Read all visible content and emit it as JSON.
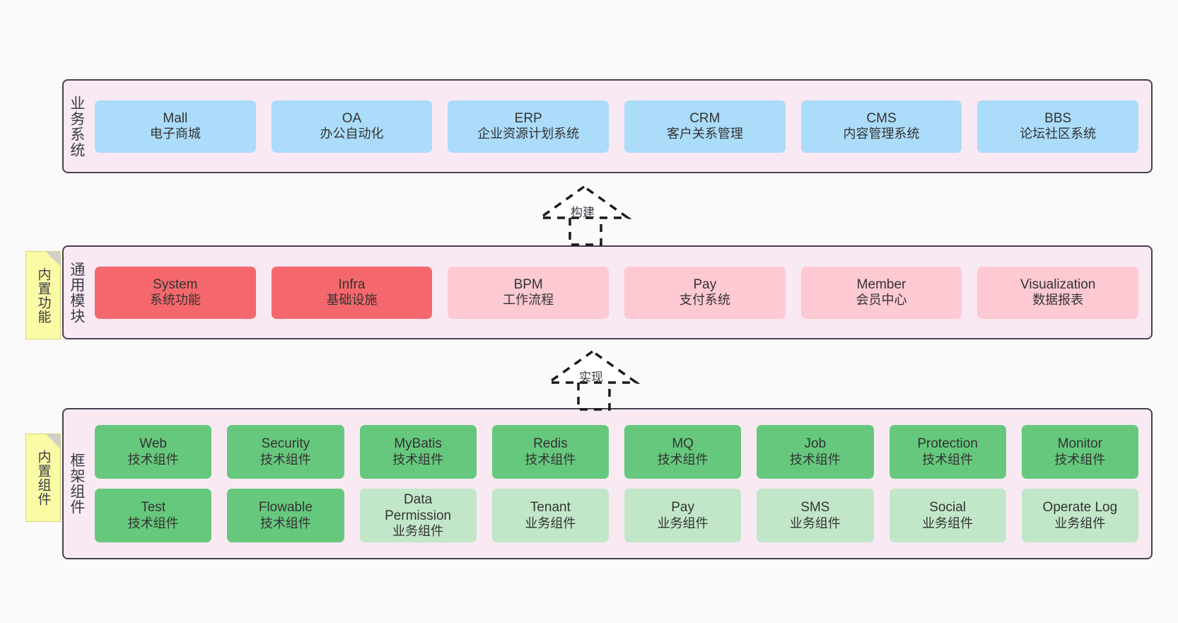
{
  "diagram": {
    "title": "ruoyi-vue-pro architecture layers",
    "colors": {
      "panel_bg": "#f8e9f3",
      "panel_border": "#494152",
      "blue": "#abdcfa",
      "red": "#f4686d",
      "pink": "#fdc9d2",
      "green": "#66c87d",
      "light_green": "#c2e7c8",
      "note_bg": "#fbfaa5",
      "note_fold": "#cfcfcf",
      "canvas_bg": "#fafafa"
    }
  },
  "layers": [
    {
      "id": "business-systems",
      "title": "业务系统",
      "rows": [
        {
          "cells": [
            {
              "name": "mall",
              "color": "blue",
              "line1": "Mall",
              "line2": "电子商城"
            },
            {
              "name": "oa",
              "color": "blue",
              "line1": "OA",
              "line2": "办公自动化"
            },
            {
              "name": "erp",
              "color": "blue",
              "line1": "ERP",
              "line2": "企业资源计划系统"
            },
            {
              "name": "crm",
              "color": "blue",
              "line1": "CRM",
              "line2": "客户关系管理"
            },
            {
              "name": "cms",
              "color": "blue",
              "line1": "CMS",
              "line2": "内容管理系统"
            },
            {
              "name": "bbs",
              "color": "blue",
              "line1": "BBS",
              "line2": "论坛社区系统"
            }
          ]
        }
      ]
    },
    {
      "id": "common-modules",
      "title": "通用模块",
      "note": "内置功能",
      "rows": [
        {
          "cells": [
            {
              "name": "system",
              "color": "red",
              "line1": "System",
              "line2": "系统功能"
            },
            {
              "name": "infra",
              "color": "red",
              "line1": "Infra",
              "line2": "基础设施"
            },
            {
              "name": "bpm",
              "color": "pink",
              "line1": "BPM",
              "line2": "工作流程"
            },
            {
              "name": "pay",
              "color": "pink",
              "line1": "Pay",
              "line2": "支付系统"
            },
            {
              "name": "member",
              "color": "pink",
              "line1": "Member",
              "line2": "会员中心"
            },
            {
              "name": "visualization",
              "color": "pink",
              "line1": "Visualization",
              "line2": "数据报表"
            }
          ]
        }
      ]
    },
    {
      "id": "framework-components",
      "title": "框架组件",
      "note": "内置组件",
      "rows": [
        {
          "cells": [
            {
              "name": "web",
              "color": "green",
              "line1": "Web",
              "line2": "技术组件"
            },
            {
              "name": "security",
              "color": "green",
              "line1": "Security",
              "line2": "技术组件"
            },
            {
              "name": "mybatis",
              "color": "green",
              "line1": "MyBatis",
              "line2": "技术组件"
            },
            {
              "name": "redis",
              "color": "green",
              "line1": "Redis",
              "line2": "技术组件"
            },
            {
              "name": "mq",
              "color": "green",
              "line1": "MQ",
              "line2": "技术组件"
            },
            {
              "name": "job",
              "color": "green",
              "line1": "Job",
              "line2": "技术组件"
            },
            {
              "name": "protection",
              "color": "green",
              "line1": "Protection",
              "line2": "技术组件"
            },
            {
              "name": "monitor",
              "color": "green",
              "line1": "Monitor",
              "line2": "技术组件"
            }
          ]
        },
        {
          "cells": [
            {
              "name": "test",
              "color": "green",
              "line1": "Test",
              "line2": "技术组件"
            },
            {
              "name": "flowable",
              "color": "green",
              "line1": "Flowable",
              "line2": "技术组件"
            },
            {
              "name": "data-permission",
              "color": "light-green",
              "line1": "Data",
              "line2": "Permission",
              "line3": "业务组件"
            },
            {
              "name": "tenant",
              "color": "light-green",
              "line1": "Tenant",
              "line2": "业务组件"
            },
            {
              "name": "pay-biz",
              "color": "light-green",
              "line1": "Pay",
              "line2": "业务组件"
            },
            {
              "name": "sms",
              "color": "light-green",
              "line1": "SMS",
              "line2": "业务组件"
            },
            {
              "name": "social",
              "color": "light-green",
              "line1": "Social",
              "line2": "业务组件"
            },
            {
              "name": "operate-log",
              "color": "light-green",
              "line1": "Operate Log",
              "line2": "业务组件"
            }
          ]
        }
      ]
    }
  ],
  "connectors": [
    {
      "id": "build",
      "label": "构建"
    },
    {
      "id": "implement",
      "label": "实现"
    }
  ]
}
